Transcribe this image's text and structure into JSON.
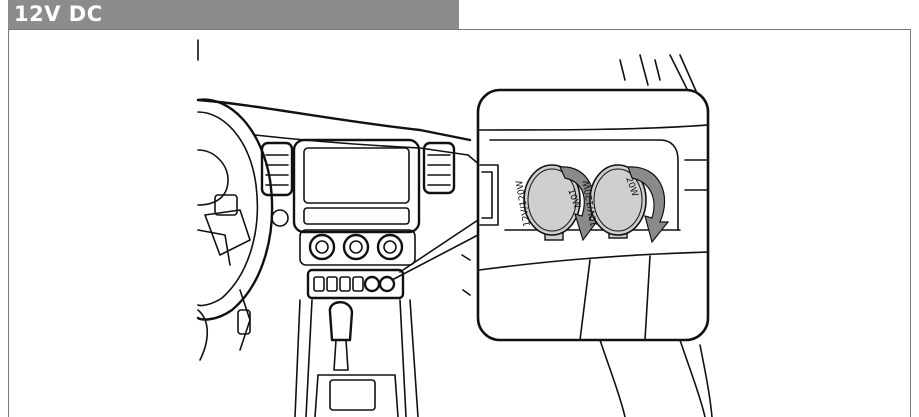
{
  "header": {
    "title": "12V DC"
  },
  "illustration": {
    "caps": [
      {
        "label_top": "10W",
        "label_bottom": "12V/120W"
      },
      {
        "label_top": "20W",
        "label_bottom": "12V/120W"
      }
    ],
    "colors": {
      "header_bg": "#8c8c8c",
      "arrow_gray": "#8a8a8a",
      "cap_gray": "#cfcfcf"
    }
  }
}
